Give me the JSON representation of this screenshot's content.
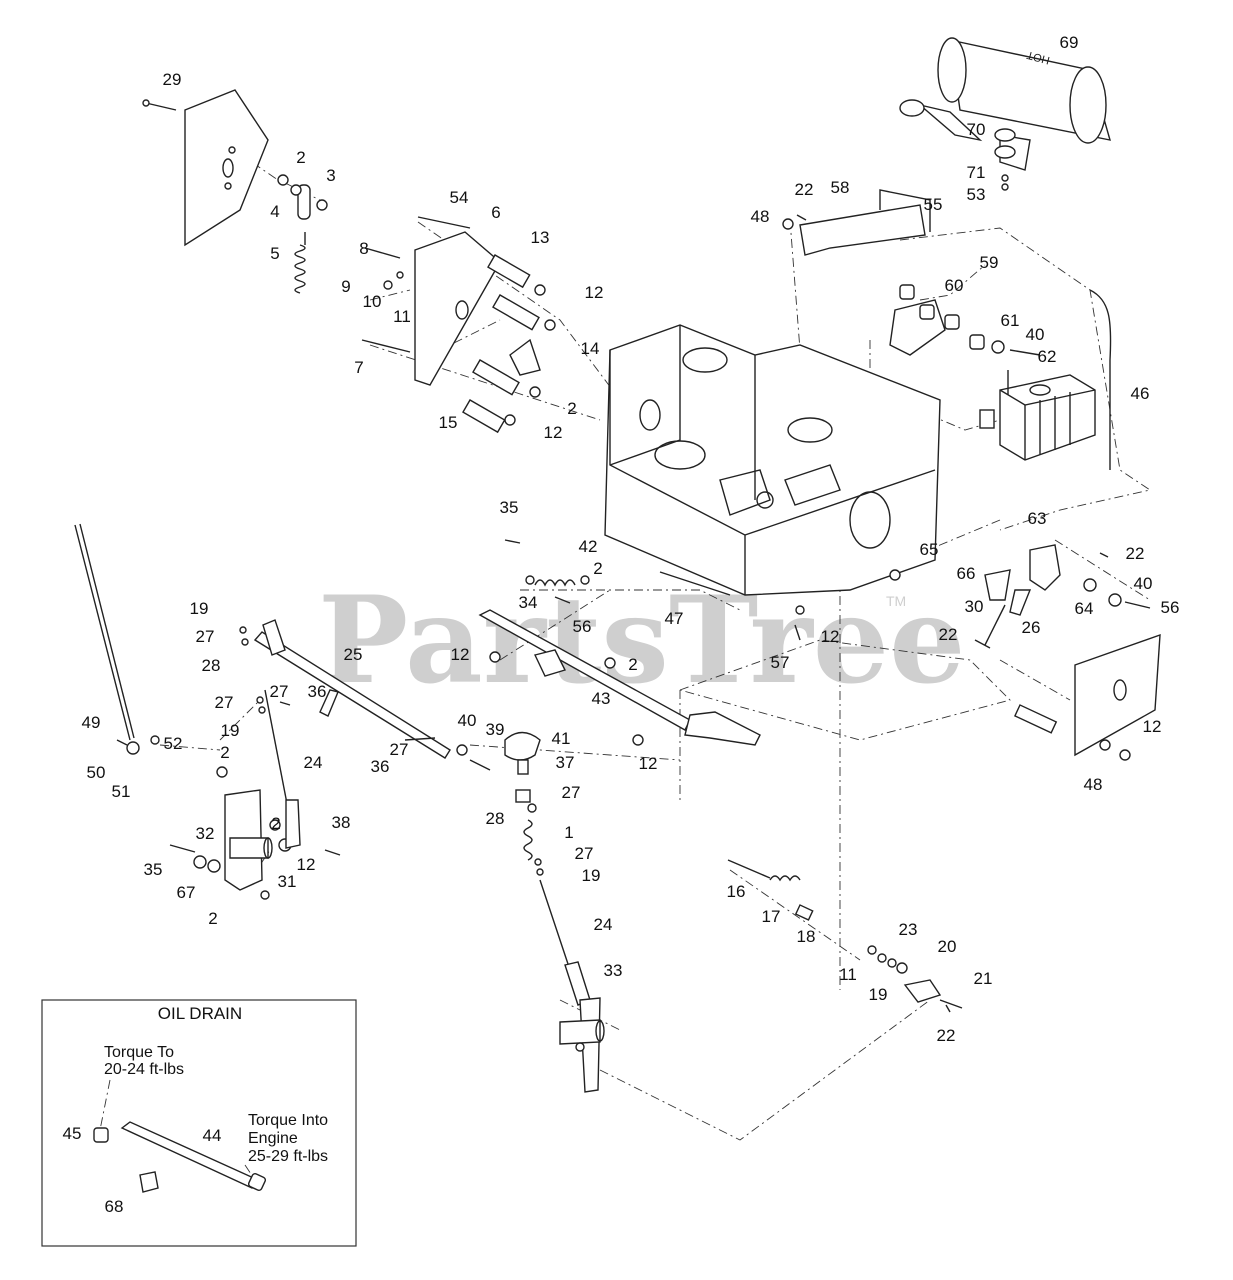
{
  "callouts": [
    {
      "id": "c29",
      "label": "29"
    },
    {
      "id": "c2a",
      "label": "2"
    },
    {
      "id": "c3",
      "label": "3"
    },
    {
      "id": "c4",
      "label": "4"
    },
    {
      "id": "c5",
      "label": "5"
    },
    {
      "id": "c54",
      "label": "54"
    },
    {
      "id": "c6",
      "label": "6"
    },
    {
      "id": "c13",
      "label": "13"
    },
    {
      "id": "c8",
      "label": "8"
    },
    {
      "id": "c9",
      "label": "9"
    },
    {
      "id": "c10",
      "label": "10"
    },
    {
      "id": "c11a",
      "label": "11"
    },
    {
      "id": "c12a",
      "label": "12"
    },
    {
      "id": "c7",
      "label": "7"
    },
    {
      "id": "c14",
      "label": "14"
    },
    {
      "id": "c15",
      "label": "15"
    },
    {
      "id": "c2b",
      "label": "2"
    },
    {
      "id": "c12b",
      "label": "12"
    },
    {
      "id": "c69",
      "label": "69"
    },
    {
      "id": "c70",
      "label": "70"
    },
    {
      "id": "c71",
      "label": "71"
    },
    {
      "id": "c53",
      "label": "53"
    },
    {
      "id": "c22a",
      "label": "22"
    },
    {
      "id": "c58",
      "label": "58"
    },
    {
      "id": "c48a",
      "label": "48"
    },
    {
      "id": "c55",
      "label": "55"
    },
    {
      "id": "c59",
      "label": "59"
    },
    {
      "id": "c60",
      "label": "60"
    },
    {
      "id": "c61",
      "label": "61"
    },
    {
      "id": "c40a",
      "label": "40"
    },
    {
      "id": "c62",
      "label": "62"
    },
    {
      "id": "c46",
      "label": "46"
    },
    {
      "id": "c63",
      "label": "63"
    },
    {
      "id": "c22b",
      "label": "22"
    },
    {
      "id": "c65",
      "label": "65"
    },
    {
      "id": "c66",
      "label": "66"
    },
    {
      "id": "c40b",
      "label": "40"
    },
    {
      "id": "c64",
      "label": "64"
    },
    {
      "id": "c56a",
      "label": "56"
    },
    {
      "id": "c30",
      "label": "30"
    },
    {
      "id": "c22c",
      "label": "22"
    },
    {
      "id": "c26",
      "label": "26"
    },
    {
      "id": "c12c",
      "label": "12"
    },
    {
      "id": "c48b",
      "label": "48"
    },
    {
      "id": "c35a",
      "label": "35"
    },
    {
      "id": "c42",
      "label": "42"
    },
    {
      "id": "c2c",
      "label": "2"
    },
    {
      "id": "c34",
      "label": "34"
    },
    {
      "id": "c56b",
      "label": "56"
    },
    {
      "id": "c47",
      "label": "47"
    },
    {
      "id": "c12d",
      "label": "12"
    },
    {
      "id": "c57",
      "label": "57"
    },
    {
      "id": "c12e",
      "label": "12"
    },
    {
      "id": "c2d",
      "label": "2"
    },
    {
      "id": "c19a",
      "label": "19"
    },
    {
      "id": "c27a",
      "label": "27"
    },
    {
      "id": "c28a",
      "label": "28"
    },
    {
      "id": "c25",
      "label": "25"
    },
    {
      "id": "c27b",
      "label": "27"
    },
    {
      "id": "c27c",
      "label": "27"
    },
    {
      "id": "c36a",
      "label": "36"
    },
    {
      "id": "c19b",
      "label": "19"
    },
    {
      "id": "c43",
      "label": "43"
    },
    {
      "id": "c49",
      "label": "49"
    },
    {
      "id": "c24a",
      "label": "24"
    },
    {
      "id": "c40c",
      "label": "40"
    },
    {
      "id": "c39",
      "label": "39"
    },
    {
      "id": "c41",
      "label": "41"
    },
    {
      "id": "c12f",
      "label": "12"
    },
    {
      "id": "c50",
      "label": "50"
    },
    {
      "id": "c52",
      "label": "52"
    },
    {
      "id": "c51",
      "label": "51"
    },
    {
      "id": "c27d",
      "label": "27"
    },
    {
      "id": "c36b",
      "label": "36"
    },
    {
      "id": "c37",
      "label": "37"
    },
    {
      "id": "c2e",
      "label": "2"
    },
    {
      "id": "c27e",
      "label": "27"
    },
    {
      "id": "c28b",
      "label": "28"
    },
    {
      "id": "c2f",
      "label": "2"
    },
    {
      "id": "c38",
      "label": "38"
    },
    {
      "id": "c32",
      "label": "32"
    },
    {
      "id": "c12g",
      "label": "12"
    },
    {
      "id": "c1",
      "label": "1"
    },
    {
      "id": "c35b",
      "label": "35"
    },
    {
      "id": "c31",
      "label": "31"
    },
    {
      "id": "c27f",
      "label": "27"
    },
    {
      "id": "c19c",
      "label": "19"
    },
    {
      "id": "c67",
      "label": "67"
    },
    {
      "id": "c2g",
      "label": "2"
    },
    {
      "id": "c16",
      "label": "16"
    },
    {
      "id": "c17",
      "label": "17"
    },
    {
      "id": "c18",
      "label": "18"
    },
    {
      "id": "c24b",
      "label": "24"
    },
    {
      "id": "c23",
      "label": "23"
    },
    {
      "id": "c20",
      "label": "20"
    },
    {
      "id": "c33",
      "label": "33"
    },
    {
      "id": "c11b",
      "label": "11"
    },
    {
      "id": "c21",
      "label": "21"
    },
    {
      "id": "c19d",
      "label": "19"
    },
    {
      "id": "c22d",
      "label": "22"
    },
    {
      "id": "c45",
      "label": "45"
    },
    {
      "id": "c44",
      "label": "44"
    },
    {
      "id": "c68",
      "label": "68"
    }
  ],
  "inset": {
    "title": "OIL DRAIN",
    "torque_to_line1": "Torque To",
    "torque_to_line2": "20-24 ft-lbs",
    "torque_into_line1": "Torque Into",
    "torque_into_line2": "Engine",
    "torque_into_line3": "25-29 ft-lbs"
  },
  "watermark": {
    "text": "PartsTree",
    "tm": "TM"
  },
  "icons": {
    "muffler_label": "HOT"
  }
}
